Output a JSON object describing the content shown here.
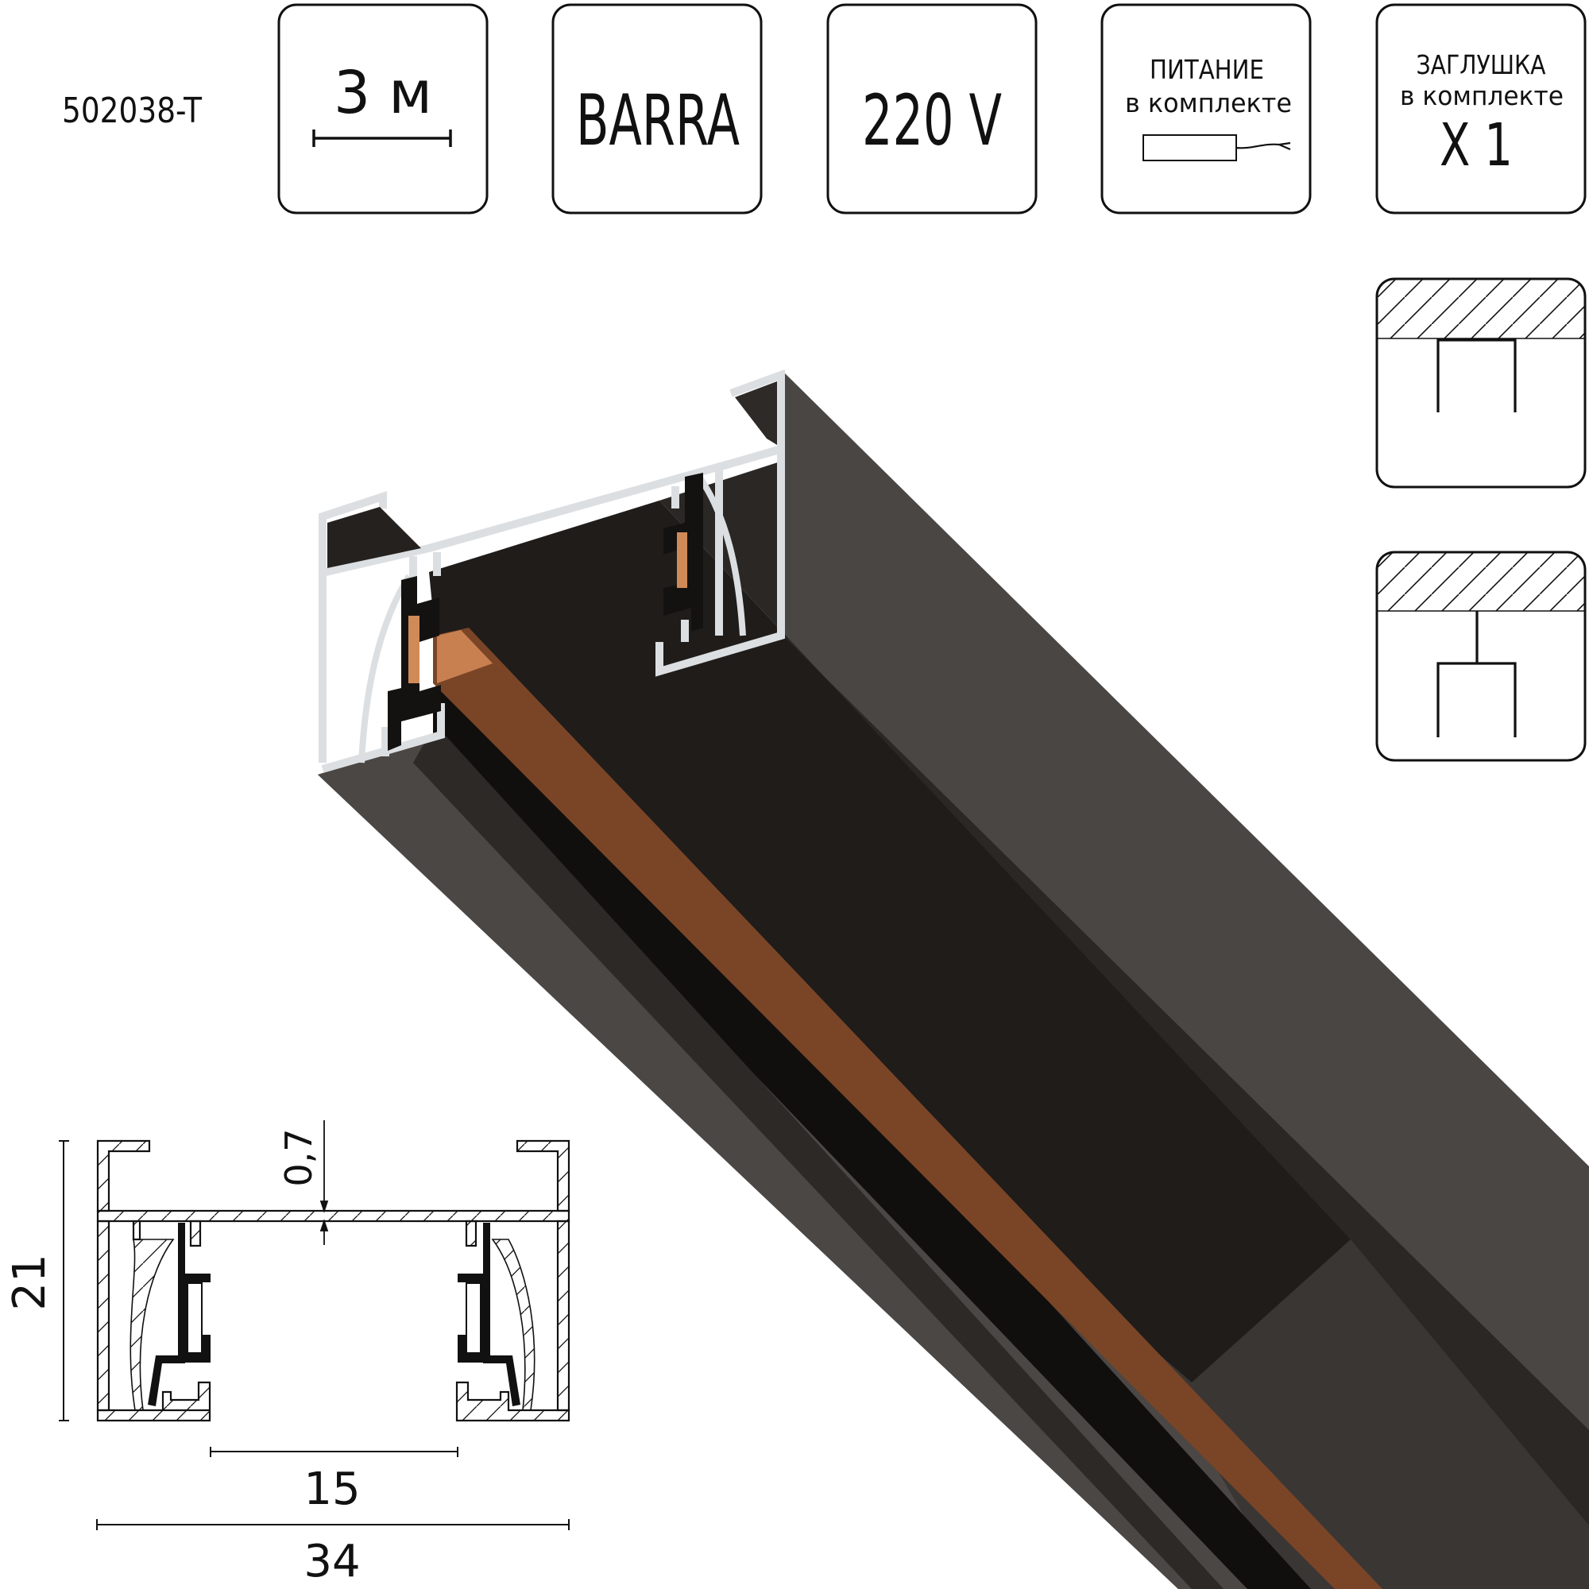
{
  "product": {
    "article": "502038-T"
  },
  "feature_badges": [
    {
      "id": "length",
      "icon": "length-scale-icon",
      "value": "3 м"
    },
    {
      "id": "series",
      "value": "BARRA"
    },
    {
      "id": "voltage",
      "value": "220 V"
    },
    {
      "id": "power_supply",
      "icon": "driver-with-cable-icon",
      "line1": "ПИТАНИЕ",
      "line2": "в комплекте"
    },
    {
      "id": "end_cap",
      "line1": "ЗАГЛУШКА",
      "line2": "в комплекте",
      "quantity": "X 1"
    }
  ],
  "mounting_icons": [
    {
      "id": "surface-mount",
      "icon": "ceiling-surface-mount-icon"
    },
    {
      "id": "pendant-mount",
      "icon": "ceiling-pendant-mount-icon"
    }
  ],
  "render": {
    "subject": "track-profile-3d-render",
    "colors": {
      "housing": "#4a4644",
      "housing_dark": "#1e1b19",
      "channel": "#12100e",
      "copper": "#7a4527",
      "copper_light": "#d08a57",
      "aluminium_section": "#dcdfe2"
    }
  },
  "cross_section": {
    "dimensions": {
      "height": "21",
      "wall_thickness": "0,7",
      "opening_width": "15",
      "total_width": "34"
    }
  }
}
